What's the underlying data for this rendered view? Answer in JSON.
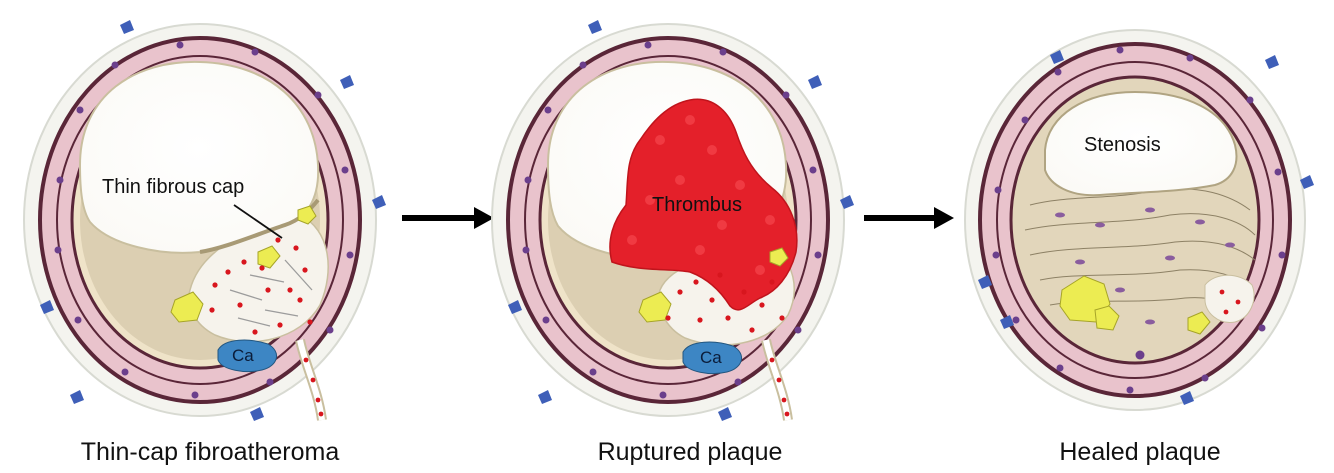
{
  "panels": [
    {
      "caption": "Thin-cap fibroatheroma",
      "label": "Thin fibrous cap",
      "calc": "Ca"
    },
    {
      "caption": "Ruptured plaque",
      "label": "Thrombus",
      "calc": "Ca"
    },
    {
      "caption": "Healed plaque",
      "label": "Stenosis"
    }
  ],
  "colors": {
    "media_cell": "#e9c3cc",
    "media_border": "#5a2638",
    "nucleus": "#6b3f8c",
    "lipid_core": "#f6f3ec",
    "calcium": "#3d86c4",
    "foam_cell": "#ecec52",
    "thrombus": "#e4202a",
    "rbc": "#d8161e",
    "fibrous_tissue": "#d9cdb3",
    "arrow": "#000000"
  }
}
